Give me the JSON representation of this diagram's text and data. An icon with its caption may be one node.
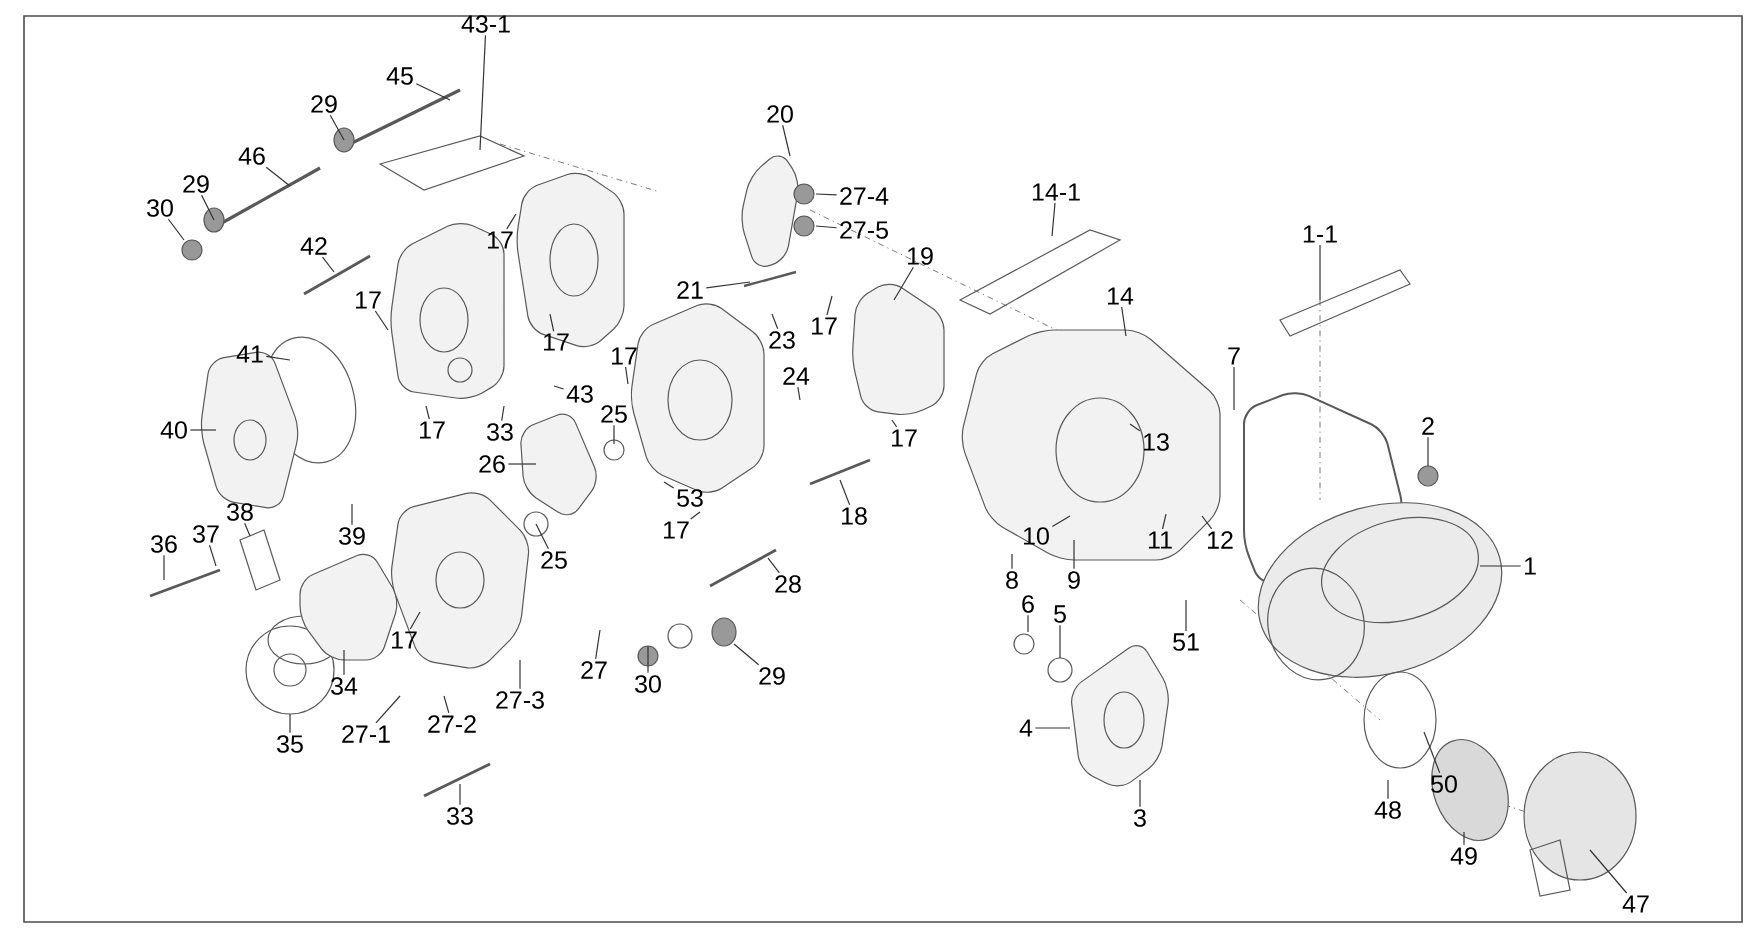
{
  "diagram": {
    "nodes": [
      {
        "text": [
          "43-1"
        ]
      },
      {
        "text": [
          "45"
        ]
      },
      {
        "text": [
          "29"
        ]
      },
      {
        "text": [
          "46"
        ]
      },
      {
        "text": [
          "29"
        ]
      },
      {
        "text": [
          "30"
        ]
      },
      {
        "text": [
          "42"
        ]
      },
      {
        "text": [
          "17"
        ]
      },
      {
        "text": [
          "17"
        ]
      },
      {
        "text": [
          "17"
        ]
      },
      {
        "text": [
          "41"
        ]
      },
      {
        "text": [
          "40"
        ]
      },
      {
        "text": [
          "17"
        ]
      },
      {
        "text": [
          "33"
        ]
      },
      {
        "text": [
          "26"
        ]
      },
      {
        "text": [
          "20"
        ]
      },
      {
        "text": [
          "27-4"
        ]
      },
      {
        "text": [
          "27-5"
        ]
      },
      {
        "text": [
          "21"
        ]
      },
      {
        "text": [
          "14-1"
        ]
      },
      {
        "text": [
          "19"
        ]
      },
      {
        "text": [
          "1-1"
        ]
      },
      {
        "text": [
          "17"
        ]
      },
      {
        "text": [
          "43"
        ]
      },
      {
        "text": [
          "25"
        ]
      },
      {
        "text": [
          "23"
        ]
      },
      {
        "text": [
          "24"
        ]
      },
      {
        "text": [
          "17"
        ]
      },
      {
        "text": [
          "17"
        ]
      },
      {
        "text": [
          "14"
        ]
      },
      {
        "text": [
          "7"
        ]
      },
      {
        "text": [
          "13"
        ]
      },
      {
        "text": [
          "2"
        ]
      },
      {
        "text": [
          "1"
        ]
      },
      {
        "text": [
          "18"
        ]
      },
      {
        "text": [
          "53"
        ]
      },
      {
        "text": [
          "17"
        ]
      },
      {
        "text": [
          "25"
        ]
      },
      {
        "text": [
          "10"
        ]
      },
      {
        "text": [
          "8"
        ]
      },
      {
        "text": [
          "9"
        ]
      },
      {
        "text": [
          "6"
        ]
      },
      {
        "text": [
          "5"
        ]
      },
      {
        "text": [
          "11"
        ]
      },
      {
        "text": [
          "12"
        ]
      },
      {
        "text": [
          "51"
        ]
      },
      {
        "text": [
          "28"
        ]
      },
      {
        "text": [
          "29"
        ]
      },
      {
        "text": [
          "30"
        ]
      },
      {
        "text": [
          "27"
        ]
      },
      {
        "text": [
          "36"
        ]
      },
      {
        "text": [
          "37"
        ]
      },
      {
        "text": [
          "38"
        ]
      },
      {
        "text": [
          "39"
        ]
      },
      {
        "text": [
          "34"
        ]
      },
      {
        "text": [
          "35"
        ]
      },
      {
        "text": [
          "17"
        ]
      },
      {
        "text": [
          "27-1"
        ]
      },
      {
        "text": [
          "27-2"
        ]
      },
      {
        "text": [
          "27-3"
        ]
      },
      {
        "text": [
          "33"
        ]
      },
      {
        "text": [
          "4"
        ]
      },
      {
        "text": [
          "3"
        ]
      },
      {
        "text": [
          "48"
        ]
      },
      {
        "text": [
          "50"
        ]
      },
      {
        "text": [
          "49"
        ]
      },
      {
        "text": [
          "47"
        ]
      }
    ],
    "edges": [
      {
        "from": 0,
        "to": null,
        "arrow": "none"
      },
      {
        "from": 1,
        "to": null,
        "arrow": "none"
      },
      {
        "from": 2,
        "to": null,
        "arrow": "none"
      },
      {
        "from": 3,
        "to": null,
        "arrow": "none"
      },
      {
        "from": 4,
        "to": null,
        "arrow": "none"
      },
      {
        "from": 5,
        "to": null,
        "arrow": "none"
      },
      {
        "from": 6,
        "to": null,
        "arrow": "none"
      },
      {
        "from": 7,
        "to": null,
        "arrow": "none"
      },
      {
        "from": 8,
        "to": null,
        "arrow": "none"
      },
      {
        "from": 9,
        "to": null,
        "arrow": "none"
      },
      {
        "from": 10,
        "to": null,
        "arrow": "none"
      },
      {
        "from": 11,
        "to": null,
        "arrow": "none"
      },
      {
        "from": 12,
        "to": null,
        "arrow": "none"
      },
      {
        "from": 13,
        "to": null,
        "arrow": "none"
      },
      {
        "from": 14,
        "to": null,
        "arrow": "none"
      },
      {
        "from": 15,
        "to": null,
        "arrow": "none"
      },
      {
        "from": 16,
        "to": null,
        "arrow": "none"
      },
      {
        "from": 17,
        "to": null,
        "arrow": "none"
      },
      {
        "from": 18,
        "to": null,
        "arrow": "none"
      },
      {
        "from": 19,
        "to": null,
        "arrow": "none"
      },
      {
        "from": 20,
        "to": null,
        "arrow": "none"
      },
      {
        "from": 21,
        "to": null,
        "arrow": "none"
      },
      {
        "from": 22,
        "to": null,
        "arrow": "none"
      },
      {
        "from": 23,
        "to": null,
        "arrow": "none"
      },
      {
        "from": 24,
        "to": null,
        "arrow": "none"
      },
      {
        "from": 25,
        "to": null,
        "arrow": "none"
      },
      {
        "from": 26,
        "to": null,
        "arrow": "none"
      },
      {
        "from": 27,
        "to": null,
        "arrow": "none"
      },
      {
        "from": 28,
        "to": null,
        "arrow": "none"
      },
      {
        "from": 29,
        "to": null,
        "arrow": "none"
      },
      {
        "from": 30,
        "to": null,
        "arrow": "none"
      },
      {
        "from": 31,
        "to": null,
        "arrow": "none"
      },
      {
        "from": 32,
        "to": null,
        "arrow": "none"
      },
      {
        "from": 33,
        "to": null,
        "arrow": "none"
      },
      {
        "from": 34,
        "to": null,
        "arrow": "none"
      },
      {
        "from": 35,
        "to": null,
        "arrow": "none"
      },
      {
        "from": 36,
        "to": null,
        "arrow": "none"
      },
      {
        "from": 37,
        "to": null,
        "arrow": "none"
      },
      {
        "from": 38,
        "to": null,
        "arrow": "none"
      },
      {
        "from": 39,
        "to": null,
        "arrow": "none"
      },
      {
        "from": 40,
        "to": null,
        "arrow": "none"
      },
      {
        "from": 41,
        "to": null,
        "arrow": "none"
      },
      {
        "from": 42,
        "to": null,
        "arrow": "none"
      },
      {
        "from": 43,
        "to": null,
        "arrow": "none"
      },
      {
        "from": 44,
        "to": null,
        "arrow": "none"
      },
      {
        "from": 45,
        "to": null,
        "arrow": "none"
      },
      {
        "from": 46,
        "to": null,
        "arrow": "none"
      },
      {
        "from": 47,
        "to": null,
        "arrow": "none"
      },
      {
        "from": 48,
        "to": null,
        "arrow": "none"
      },
      {
        "from": 49,
        "to": null,
        "arrow": "none"
      },
      {
        "from": 50,
        "to": null,
        "arrow": "none"
      },
      {
        "from": 51,
        "to": null,
        "arrow": "none"
      },
      {
        "from": 52,
        "to": null,
        "arrow": "none"
      },
      {
        "from": 53,
        "to": null,
        "arrow": "none"
      },
      {
        "from": 54,
        "to": null,
        "arrow": "none"
      },
      {
        "from": 55,
        "to": null,
        "arrow": "none"
      },
      {
        "from": 56,
        "to": null,
        "arrow": "none"
      },
      {
        "from": 57,
        "to": null,
        "arrow": "none"
      },
      {
        "from": 58,
        "to": null,
        "arrow": "none"
      },
      {
        "from": 59,
        "to": null,
        "arrow": "none"
      },
      {
        "from": 60,
        "to": null,
        "arrow": "none"
      },
      {
        "from": 61,
        "to": null,
        "arrow": "none"
      },
      {
        "from": 62,
        "to": null,
        "arrow": "none"
      },
      {
        "from": 63,
        "to": null,
        "arrow": "none"
      },
      {
        "from": 64,
        "to": null,
        "arrow": "none"
      },
      {
        "from": 65,
        "to": null,
        "arrow": "none"
      },
      {
        "from": 66,
        "to": null,
        "arrow": "none"
      }
    ]
  }
}
